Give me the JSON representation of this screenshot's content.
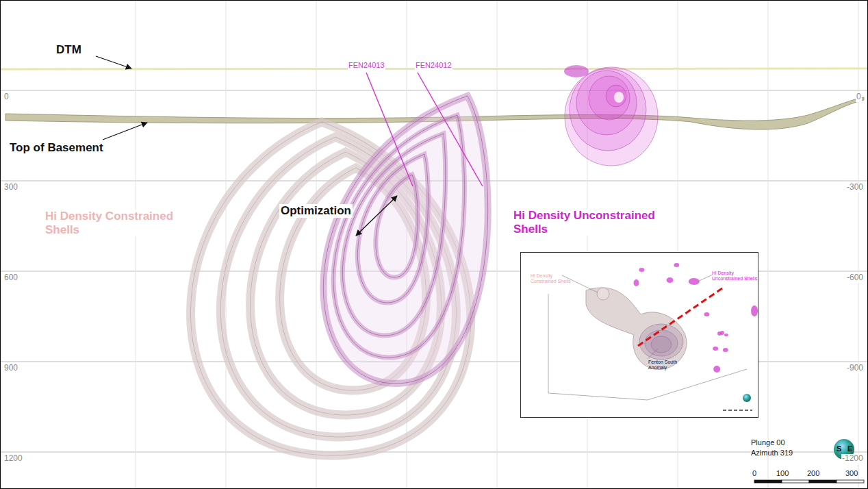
{
  "diagram": {
    "nodes": [
      {
        "text": [
          "Hi Density Constrained Shells",
          "Hi Density Unconstrained Shells",
          "Fenton South Anomaly"
        ]
      }
    ],
    "labels": [
      "DTM",
      "Top of Basement",
      "FEN24013",
      "FEN24012",
      "Optimization",
      "Hi Density Constrained Shells",
      "Hi Density Unconstrained Shells",
      "0",
      "300",
      "600",
      "900",
      "1200",
      "0",
      "-300",
      "-600",
      "-900",
      "-1200",
      "Plunge 00",
      "Azimuth 319",
      "S",
      "E",
      "0",
      "100",
      "200",
      "300"
    ]
  }
}
